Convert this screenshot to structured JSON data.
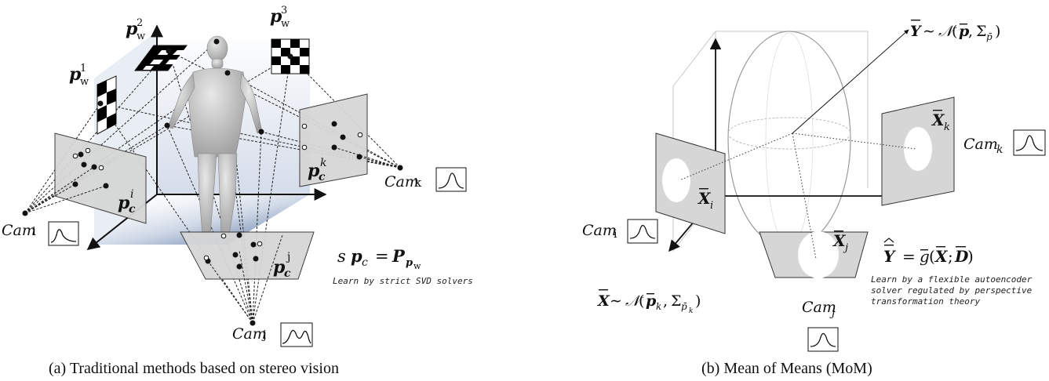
{
  "left": {
    "caption": "(a) Traditional methods based on stereo vision",
    "points": [
      {
        "base": "p",
        "sub": "w",
        "sup": "1"
      },
      {
        "base": "p",
        "sub": "w",
        "sup": "2"
      },
      {
        "base": "p",
        "sub": "w",
        "sup": "3"
      }
    ],
    "planes": [
      {
        "base": "p",
        "sub": "c",
        "sup": "i"
      },
      {
        "base": "p",
        "sub": "c",
        "sup": "j"
      },
      {
        "base": "p",
        "sub": "c",
        "sup": "k"
      }
    ],
    "cameras": [
      {
        "base": "Cam",
        "sub": "i"
      },
      {
        "base": "Cam",
        "sub": "j"
      },
      {
        "base": "Cam",
        "sub": "k"
      }
    ],
    "equation": {
      "s": "s",
      "p": "p",
      "c": "c",
      "eq": "=",
      "P": "P",
      "pw": "p",
      "w": "w"
    },
    "note": "Learn by strict SVD solvers"
  },
  "right": {
    "caption": "(b) Mean of Means (MoM)",
    "y_dist": {
      "var": "Y",
      "sim": "∼",
      "N": "𝒩",
      "open": "(",
      "mean": "p",
      "comma": ",",
      "Sigma": "Σ",
      "sub": "p̄",
      "close": ")"
    },
    "x_dist": {
      "var": "X",
      "sim": "∼",
      "N": "𝒩",
      "open": "(",
      "mean": "p",
      "meansub": "k",
      "comma": ",",
      "Sigma": "Σ",
      "sub": "p̄",
      "subsub": "k",
      "close": ")"
    },
    "planes": [
      {
        "base": "X",
        "sub": "i"
      },
      {
        "base": "X",
        "sub": "j"
      },
      {
        "base": "X",
        "sub": "k"
      }
    ],
    "cameras": [
      {
        "base": "Cam",
        "sub": "i"
      },
      {
        "base": "Cam",
        "sub": "j"
      },
      {
        "base": "Cam",
        "sub": "k"
      }
    ],
    "equation": {
      "lhs": "Y",
      "eq": "=",
      "g": "g",
      "open": "(",
      "X": "X",
      "semi": ";",
      "D": "D",
      "close": ")"
    },
    "note_lines": [
      "Learn by a flexible autoencoder",
      "solver regulated by perspective",
      "transformation theory"
    ]
  },
  "colors": {
    "ink": "#111111",
    "plane": "#d6d6d6",
    "volume": "#3f5f92"
  }
}
